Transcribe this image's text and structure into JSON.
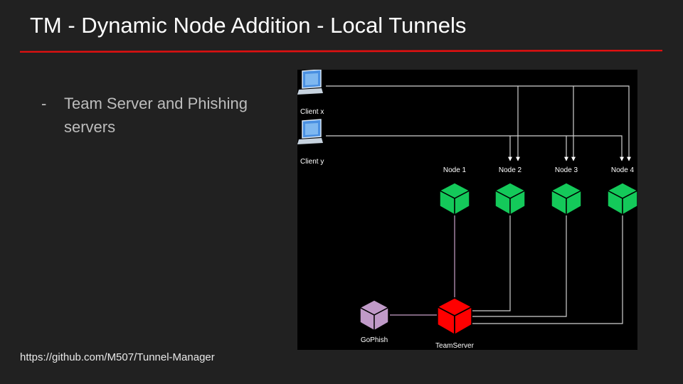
{
  "title": "TM - Dynamic Node Addition - Local Tunnels",
  "bullet": {
    "marker": "-",
    "text": "Team Server and Phishing servers"
  },
  "footer_link": "https://github.com/M507/Tunnel-Manager",
  "colors": {
    "background": "#212121",
    "accent_rule": "#e01010",
    "node": "#14c95a",
    "teamserver": "#ff0000",
    "gophish": "#c09ac8",
    "client": "#4a90e2"
  },
  "diagram": {
    "clients": [
      {
        "label": "Client x"
      },
      {
        "label": "Client y"
      }
    ],
    "nodes": [
      {
        "label": "Node 1"
      },
      {
        "label": "Node 2"
      },
      {
        "label": "Node 3"
      },
      {
        "label": "Node 4"
      }
    ],
    "gophish_label": "GoPhish",
    "teamserver_label": "TeamServer"
  }
}
